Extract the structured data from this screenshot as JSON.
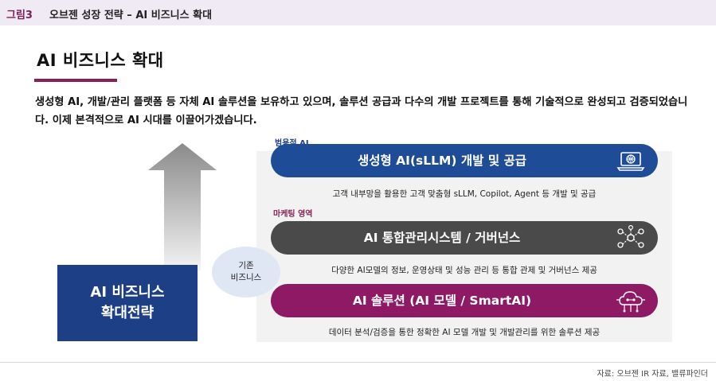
{
  "header": {
    "figure_label": "그림3",
    "figure_title": "오브젠 성장 전략 – AI 비즈니스 확대"
  },
  "title": "AI 비즈니스 확대",
  "intro": "생성형 AI, 개발/관리 플랫폼 등 자체 AI 솔루션을 보유하고 있으며, 솔루션 공급과 다수의 개발 프로젝트를 통해 기술적으로 완성되고 검증되었습니다. 이제 본격적으로 AI 시대를 이끌어가겠습니다.",
  "diagram": {
    "strategy_box": {
      "line1": "AI 비즈니스",
      "line2": "확대전략"
    },
    "existing_business": {
      "line1": "기존",
      "line2": "비즈니스"
    },
    "tiers": [
      {
        "tag": "범용적 AI",
        "label": "생성형 AI(sLLM) 개발 및 공급",
        "icon": "laptop-globe-icon",
        "color": "#1f4c97",
        "description": "고객 내부망을 활용한 고객 맞춤형 sLLM, Copilot, Agent 등 개발 및 공급"
      },
      {
        "tag": "마케팅 영역",
        "label": "AI 통합관리시스템 / 거버넌스",
        "icon": "network-people-icon",
        "color": "#4a4a4a",
        "description": "다양한 AI모델의 정보, 운영상태 및 성능 관리 등 통합 관제 및 거버넌스 제공"
      },
      {
        "tag": "",
        "label": "AI 솔루션 (AI 모델 / SmartAI)",
        "icon": "cloud-network-icon",
        "color": "#8e1a66",
        "description": "데이터 분석/검증을 통한 정확한 AI 모델 개발 및 개발관리를 위한 솔루션 제공"
      }
    ]
  },
  "source": "자료: 오브젠 IR 자료, 밸류파인더"
}
